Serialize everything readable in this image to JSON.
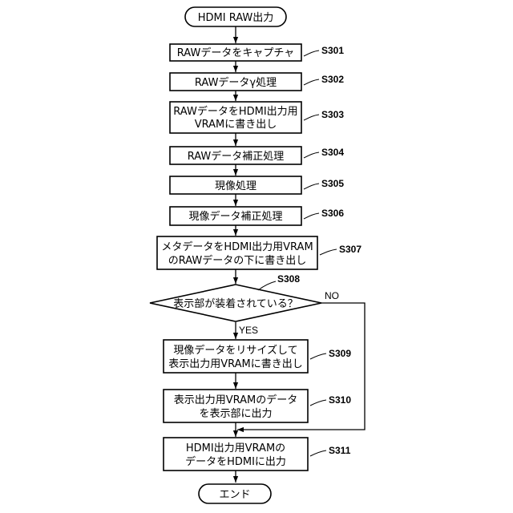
{
  "flowchart": {
    "start": {
      "label": "HDMI RAW出力"
    },
    "end": {
      "label": "エンド"
    },
    "steps": [
      {
        "id": "S301",
        "lines": [
          "RAWデータをキャプチャ"
        ]
      },
      {
        "id": "S302",
        "lines": [
          "RAWデータγ処理"
        ]
      },
      {
        "id": "S303",
        "lines": [
          "RAWデータをHDMI出力用",
          "VRAMに書き出し"
        ]
      },
      {
        "id": "S304",
        "lines": [
          "RAWデータ補正処理"
        ]
      },
      {
        "id": "S305",
        "lines": [
          "現像処理"
        ]
      },
      {
        "id": "S306",
        "lines": [
          "現像データ補正処理"
        ]
      },
      {
        "id": "S307",
        "lines": [
          "メタデータをHDMI出力用VRAM",
          "のRAWデータの下に書き出し"
        ]
      },
      {
        "id": "S309",
        "lines": [
          "現像データをリサイズして",
          "表示出力用VRAMに書き出し"
        ]
      },
      {
        "id": "S310",
        "lines": [
          "表示出力用VRAMのデータ",
          "を表示部に出力"
        ]
      },
      {
        "id": "S311",
        "lines": [
          "HDMI出力用VRAMの",
          "データをHDMIに出力"
        ]
      }
    ],
    "decision": {
      "id": "S308",
      "question": "表示部が装着されている？",
      "yes_label": "YES",
      "no_label": "NO"
    }
  }
}
